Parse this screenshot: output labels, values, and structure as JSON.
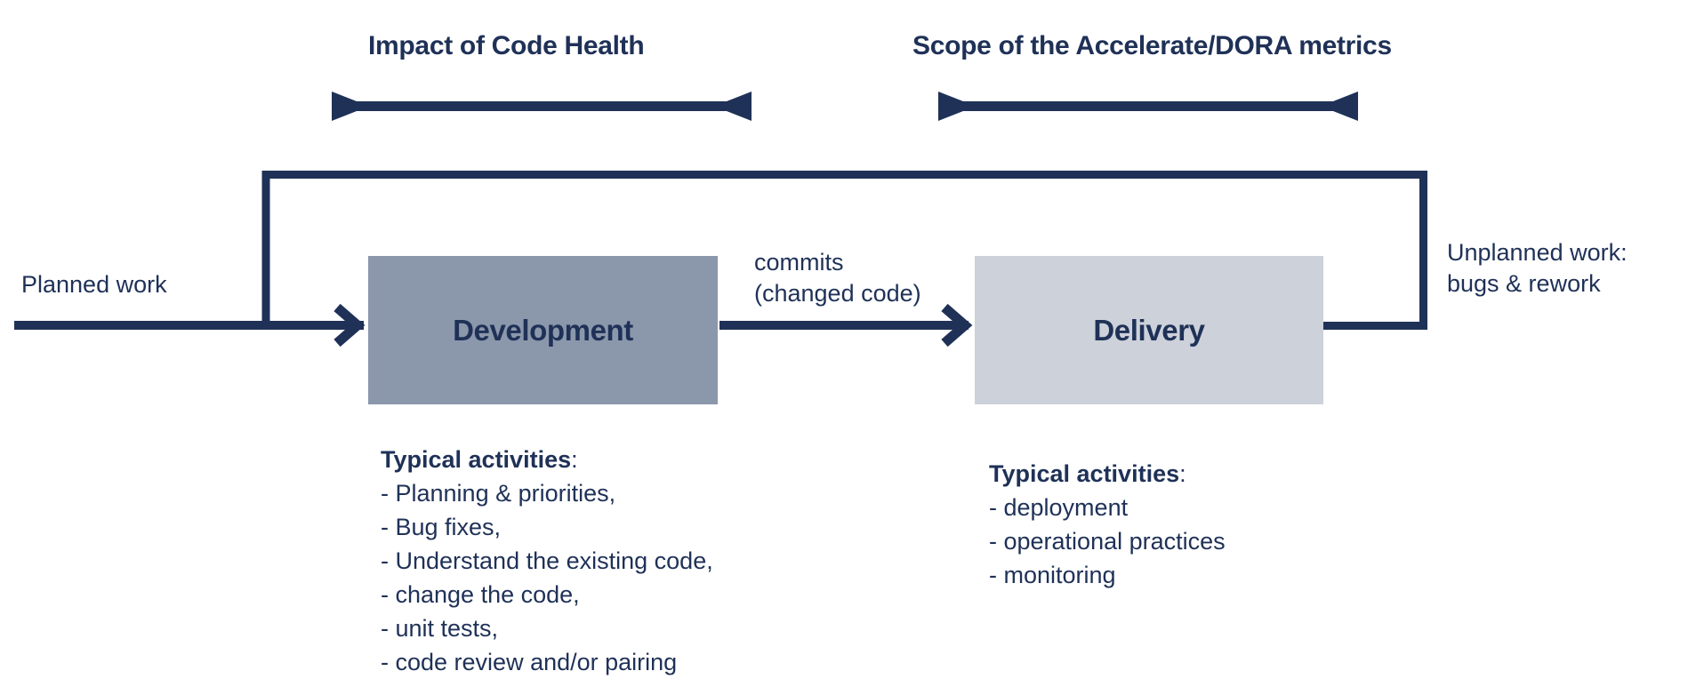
{
  "diagram": {
    "title_code_health": "Impact of Code Health",
    "title_dora": "Scope of the Accelerate/DORA metrics",
    "colors": {
      "navy": "#1f3157",
      "development_box": "#8b97ab",
      "delivery_box": "#ccd1da",
      "background": "#ffffff"
    },
    "boxes": {
      "development": {
        "label": "Development"
      },
      "delivery": {
        "label": "Delivery"
      }
    },
    "labels": {
      "planned_work": "Planned work",
      "commits": "commits\n(changed code)",
      "unplanned_work": "Unplanned work:\nbugs & rework"
    },
    "activities_development": {
      "heading": "Typical activities",
      "heading_suffix": ":",
      "items": [
        "- Planning & priorities,",
        "- Bug fixes,",
        "- Understand the existing code,",
        "- change the code,",
        "- unit tests,",
        "- code review and/or pairing"
      ]
    },
    "activities_delivery": {
      "heading": "Typical activities",
      "heading_suffix": ":",
      "items": [
        "- deployment",
        "- operational practices",
        "- monitoring"
      ]
    },
    "arrows": {
      "span_code_health": "double-headed-arrow",
      "span_dora": "double-headed-arrow",
      "planned_work_flow": "arrow-right",
      "commits_flow": "arrow-right",
      "feedback_loop": "loop-back-arrow"
    }
  }
}
